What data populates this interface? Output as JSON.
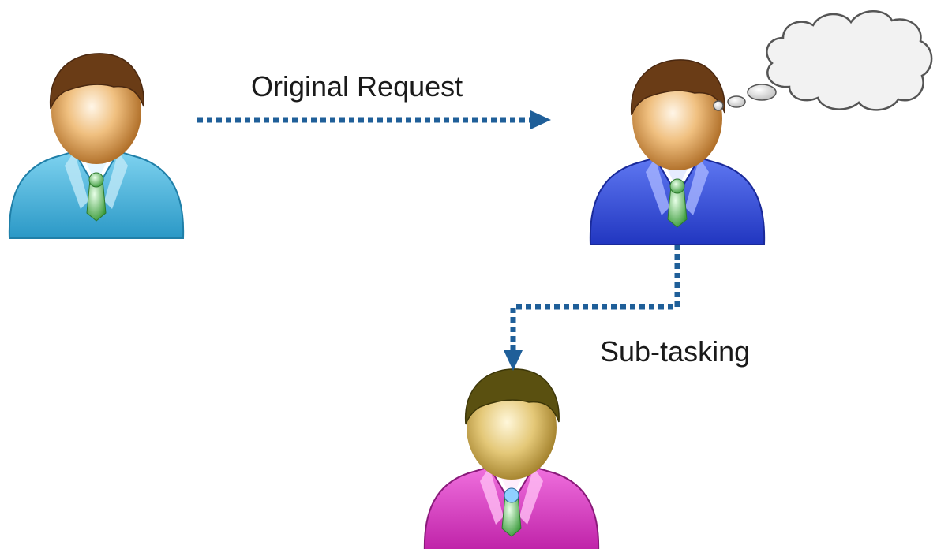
{
  "labels": {
    "original_request": "Original Request",
    "sub_tasking": "Sub-tasking"
  },
  "people": [
    {
      "role": "requester",
      "suit_color": "#3fb0d9",
      "suit_dark": "#1f7fa8",
      "hair_color": "#6a3c16"
    },
    {
      "role": "manager",
      "suit_color": "#3050d8",
      "suit_dark": "#1a2a9a",
      "hair_color": "#6a3c16"
    },
    {
      "role": "worker",
      "suit_color": "#d030b8",
      "suit_dark": "#8a1a7a",
      "hair_color": "#5a5010"
    }
  ],
  "colors": {
    "arrow": "#1f5f99",
    "cloud_fill": "#f2f2f2",
    "cloud_stroke": "#555555",
    "thought_bubble_fill": "#cfcfcf"
  },
  "icons": [
    "person-icon",
    "thought-cloud-icon",
    "arrow-right-icon",
    "arrow-down-icon"
  ]
}
